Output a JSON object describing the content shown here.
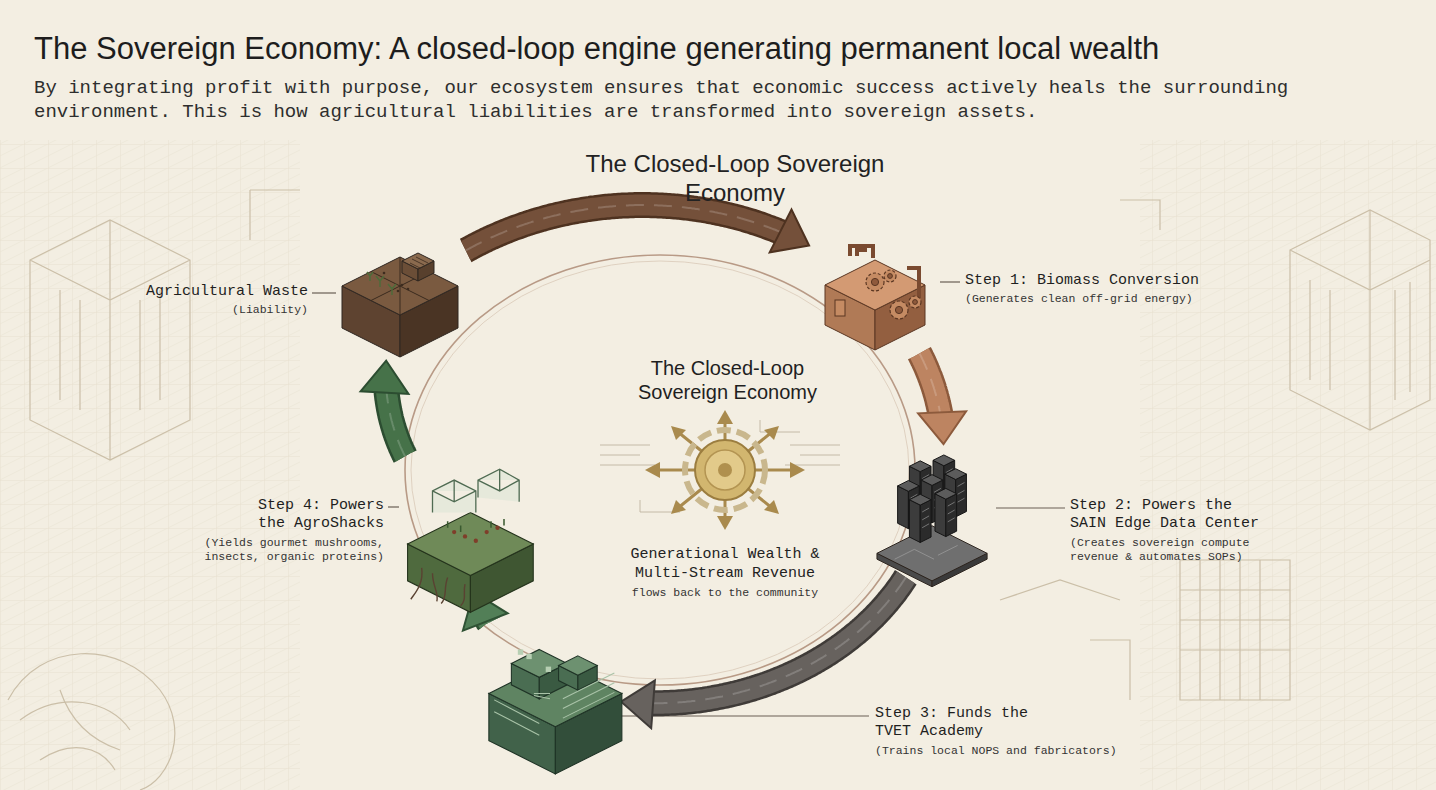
{
  "diagram": {
    "title": "The Sovereign Economy: A closed-loop engine generating permanent local wealth",
    "caption": "By integrating profit with purpose, our ecosystem ensures that economic success actively heals the surrounding environment. This is how agricultural liabilities are transformed into sovereign assets.",
    "nodes": [
      {
        "text": [
          "Agricultural Waste",
          "(Liability)"
        ]
      },
      {
        "text": [
          "Step 1: Biomass Conversion",
          "(Generates clean off-grid energy)"
        ]
      },
      {
        "text": [
          "Step 2: Powers the SAIN Edge Data Center",
          "(Creates sovereign compute revenue & automates SOPs)"
        ]
      },
      {
        "text": [
          "Step 3: Funds the TVET Academy",
          "(Trains local NOPS and fabricators)"
        ]
      },
      {
        "text": [
          "Step 4: Powers the AgroShacks",
          "(Yields gourmet mushrooms, insects, organic proteins)"
        ]
      }
    ],
    "edges": [
      {
        "from": 0,
        "to": 1,
        "arrow": "to"
      },
      {
        "from": 1,
        "to": 2,
        "arrow": "to"
      },
      {
        "from": 2,
        "to": 3,
        "arrow": "to"
      },
      {
        "from": 3,
        "to": 4,
        "arrow": "to"
      },
      {
        "from": 4,
        "to": 0,
        "arrow": "to"
      }
    ],
    "labels": [
      "The Closed-Loop Sovereign Economy",
      "The Closed-Loop Sovereign Economy",
      "Generational Wealth & Multi-Stream Revenue",
      "flows back to the community"
    ]
  }
}
